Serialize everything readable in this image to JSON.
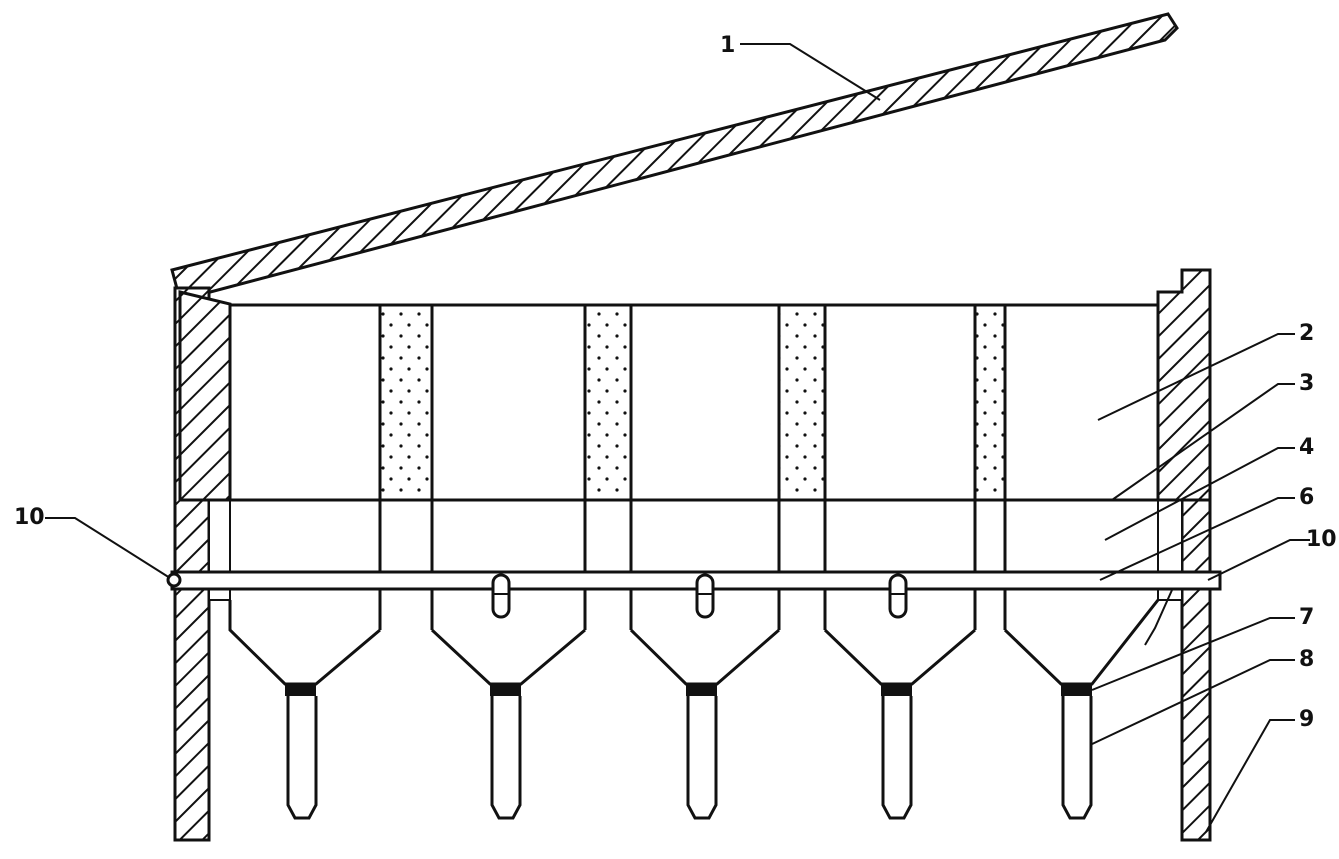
{
  "labels": {
    "l1": "1",
    "l2": "2",
    "l3": "3",
    "l4": "4",
    "l6": "6",
    "l10_right": "10",
    "l10_left": "10",
    "l7": "7",
    "l8": "8",
    "l9": "9"
  },
  "colors": {
    "ink": "#111111",
    "background": "#ffffff"
  }
}
